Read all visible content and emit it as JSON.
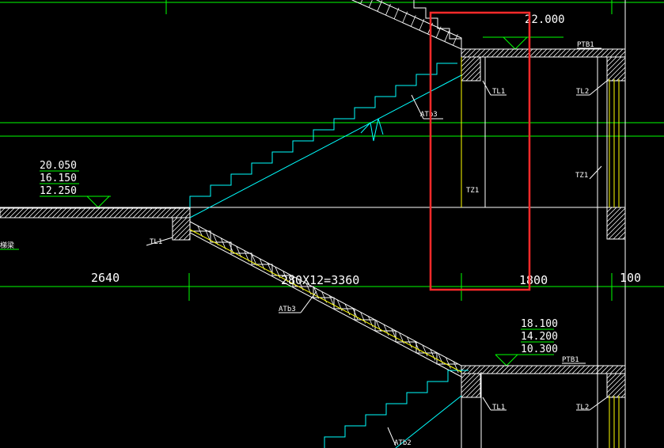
{
  "colors": {
    "background": "#000000",
    "structure": "#ffffff",
    "hatch": "#ffffff",
    "dimension": "#00ff00",
    "stair_front": "#00ffff",
    "stair_back": "#ffff00",
    "highlight": "#ff2a2a"
  },
  "levels": {
    "top": "22.000",
    "left": [
      "20.050",
      "16.150",
      "12.250"
    ],
    "bottom": [
      "18.100",
      "14.200",
      "10.300"
    ]
  },
  "labels": {
    "ptb1_top": "PTB1",
    "ptb1_bottom": "PTB1",
    "tl1_top": "TL1",
    "tl2_top": "TL2",
    "tl1_left": "TL1",
    "tl1_bottom": "TL1",
    "tl2_bottom": "TL2",
    "atb3_upper": "ATb3",
    "atb3_lower": "ATb3",
    "atb2": "ATb2",
    "tz1_center": "TZ1",
    "tz1_right": "TZ1",
    "left_beam": "梯梁"
  },
  "dimensions": {
    "left_span": "2640",
    "run": "280X12=3360",
    "landing": "1800",
    "wall": "100"
  }
}
